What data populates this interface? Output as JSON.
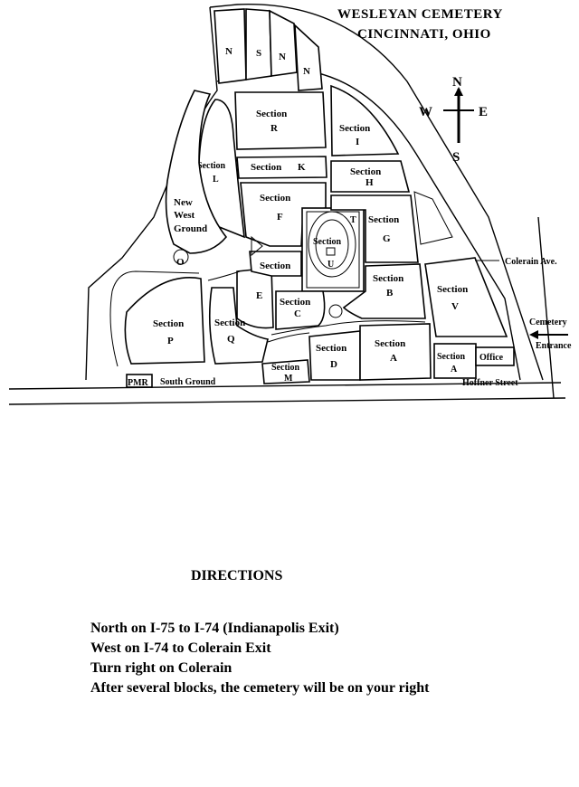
{
  "map": {
    "title_line1": "WESLEYAN  CEMETERY",
    "title_line2": "CINCINNATI,  OHIO",
    "compass": {
      "n": "N",
      "s": "S",
      "e": "E",
      "w": "W"
    },
    "sections": {
      "n1": "N",
      "s": "S",
      "n2": "N",
      "n3": "N",
      "r_word": "Section",
      "r_letter": "R",
      "i_word": "Section",
      "i_letter": "I",
      "k_word": "Section",
      "k_letter": "K",
      "h_word": "Section",
      "h_letter": "H",
      "l_word": "Section",
      "l_letter": "L",
      "f_word": "Section",
      "f_letter": "F",
      "t_letter": "T",
      "g_word": "Section",
      "g_letter": "G",
      "u_word": "Section",
      "u_letter": "U",
      "o_letter": "O",
      "e_word": "Section",
      "e_letter": "E",
      "c_word": "Section",
      "c_letter": "C",
      "b_word": "Section",
      "b_letter": "B",
      "v_word": "Section",
      "v_letter": "V",
      "p_word": "Section",
      "p_letter": "P",
      "q_word": "Section",
      "q_letter": "Q",
      "d_word": "Section",
      "d_letter": "D",
      "a1_word": "Section",
      "a1_letter": "A",
      "a2_word": "Section",
      "a2_letter": "A",
      "m_word": "Section",
      "m_letter": "M",
      "new_west_1": "New",
      "new_west_2": "West",
      "new_west_3": "Ground"
    },
    "office": "Office",
    "pmr": "PMR",
    "south_ground": "South Ground",
    "colerain_ave": "Colerain Ave.",
    "cemetery_entrance_1": "Cemetery",
    "cemetery_entrance_2": "Entrance",
    "hoffner_street": "Hoffner Street"
  },
  "directions": {
    "heading": "DIRECTIONS",
    "steps": [
      "North on I-75 to I-74 (Indianapolis  Exit)",
      "West on I-74 to Colerain Exit",
      "Turn right on Colerain",
      "After several blocks, the cemetery will be on your right"
    ]
  }
}
